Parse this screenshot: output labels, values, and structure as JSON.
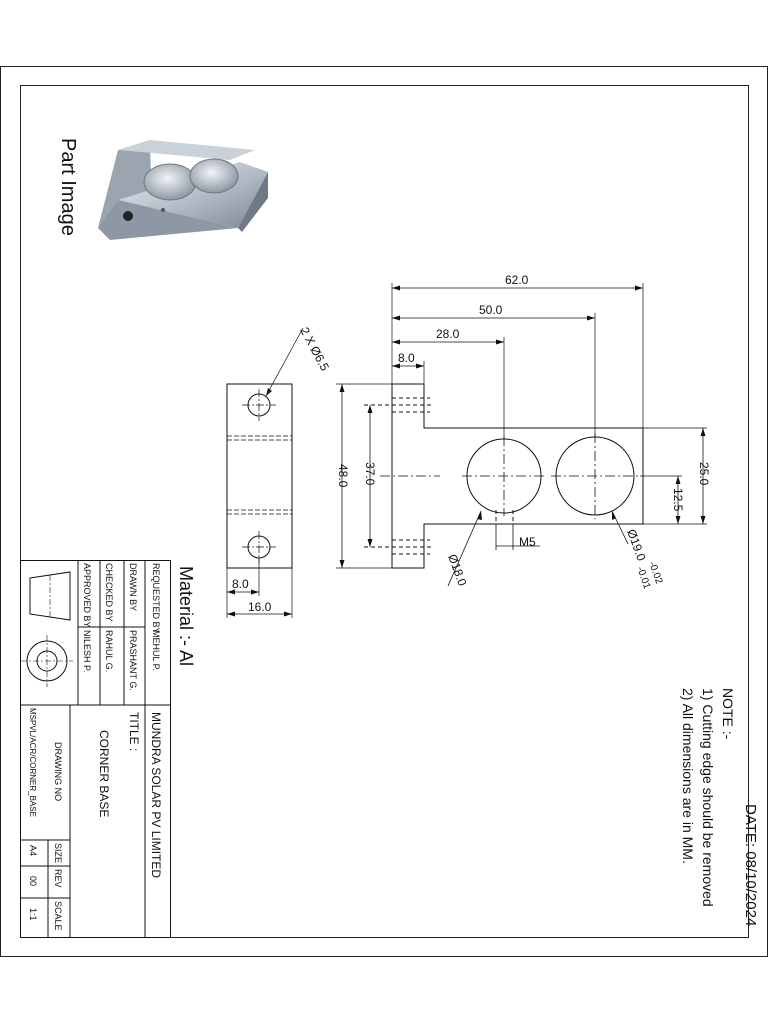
{
  "part_image_label": "Part Image",
  "material": "Material :- Al",
  "date": "DATE: 08/10/2024",
  "notes": {
    "heading": "NOTE :-",
    "items": [
      "1) Cutting edge should be removed",
      "2) All dimensions are in MM."
    ]
  },
  "dimensions": {
    "overall_length": "62.0",
    "length_50": "50.0",
    "length_28": "28.0",
    "flange_8": "8.0",
    "height_48": "48.0",
    "height_37": "37.0",
    "width_25": "25.0",
    "center_12_5": "12.5",
    "thread": "M5",
    "bore_18": "Ø18.0",
    "bore_19": "Ø19.0",
    "tol_upper": "-0.02",
    "tol_lower": "-0.01",
    "holes": "2 X Ø6.5",
    "side_8": "8.0",
    "side_16": "16.0"
  },
  "title_block": {
    "company": "MUNDRA SOLAR PV LIMITED",
    "title_label": "TITLE :",
    "title": "CORNER BASE",
    "requested_by_label": "REQUESTED BY",
    "requested_by": "MEHUL P.",
    "drawn_by_label": "DRAWN BY",
    "drawn_by": "PRASHANT G.",
    "checked_by_label": "CHECKED BY",
    "checked_by": "RAHUL G.",
    "approved_by_label": "APPROVED BY",
    "approved_by": "NILESH P.",
    "drawing_no_label": "DRAWING NO",
    "drawing_no": "MSPVL/ACR/CORNER_BASE",
    "size_label": "SIZE",
    "size": "A4",
    "rev_label": "REV",
    "rev": "00",
    "scale_label": "SCALE",
    "scale": "1:1"
  }
}
